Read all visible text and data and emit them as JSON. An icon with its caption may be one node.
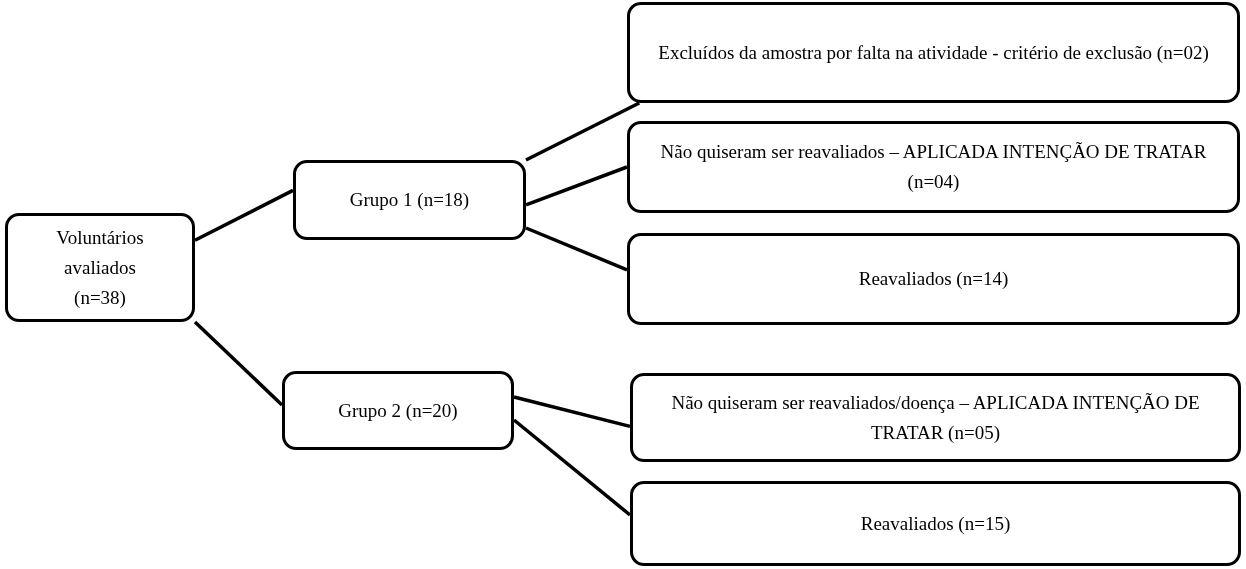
{
  "diagram": {
    "nodes": [
      {
        "text": [
          "Voluntários avaliados (n=38)"
        ]
      },
      {
        "text": [
          "Grupo 1 (n=18)"
        ]
      },
      {
        "text": [
          "Excluídos da amostra por falta na atividade - critério de exclusão (n=02)"
        ]
      },
      {
        "text": [
          "Não quiseram ser reavaliados – APLICADA INTENÇÃO DE TRATAR (n=04)"
        ]
      },
      {
        "text": [
          "Reavaliados (n=14)"
        ]
      },
      {
        "text": [
          "Grupo 2 (n=20)"
        ]
      },
      {
        "text": [
          "Não quiseram ser reavaliados/doença – APLICADA INTENÇÃO DE TRATAR (n=05)"
        ]
      },
      {
        "text": [
          "Reavaliados (n=15)"
        ]
      }
    ],
    "edges": [
      {
        "from": 0,
        "to": 1,
        "arrow": "none"
      },
      {
        "from": 1,
        "to": 2,
        "arrow": "none"
      },
      {
        "from": 1,
        "to": 3,
        "arrow": "none"
      },
      {
        "from": 1,
        "to": 4,
        "arrow": "none"
      },
      {
        "from": 0,
        "to": 5,
        "arrow": "none"
      },
      {
        "from": 5,
        "to": 6,
        "arrow": "none"
      },
      {
        "from": 5,
        "to": 7,
        "arrow": "none"
      }
    ]
  }
}
